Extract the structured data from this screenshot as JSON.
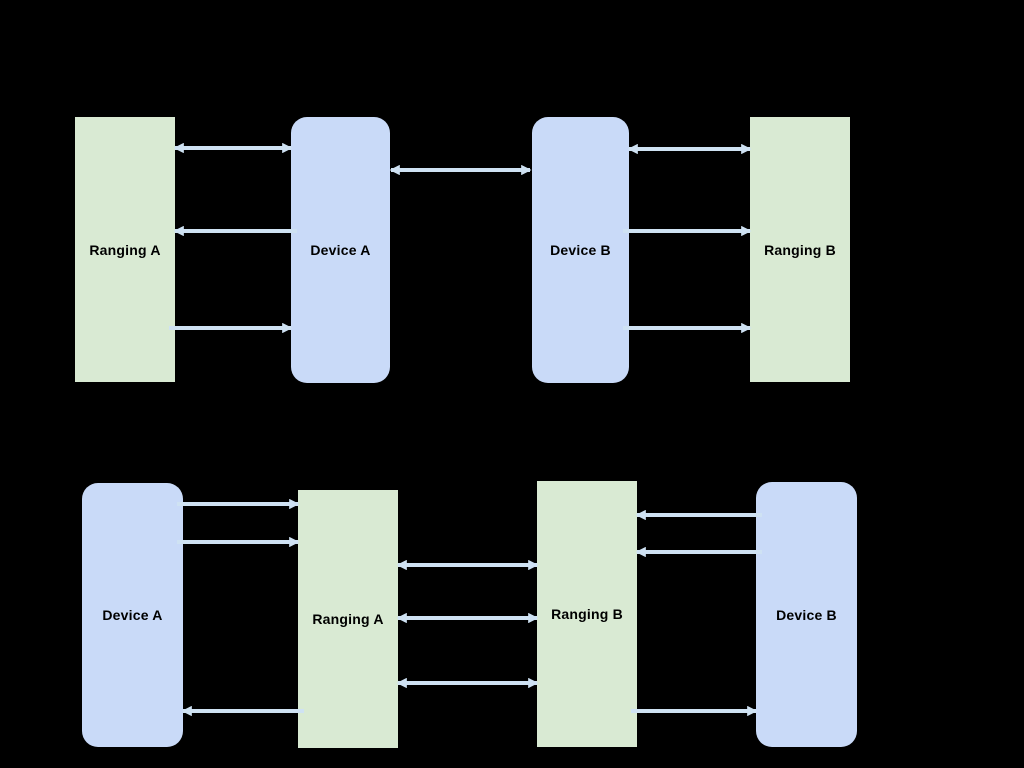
{
  "colors": {
    "background": "#000000",
    "ranging_box": "#d9ead3",
    "device_box": "#c9daf8",
    "arrow": "#cfe2f3",
    "label_text": "#000000"
  },
  "top_diagram": {
    "boxes": [
      {
        "label": "Ranging A"
      },
      {
        "label": "Device A"
      },
      {
        "label": "Device B"
      },
      {
        "label": "Ranging B"
      }
    ]
  },
  "bottom_diagram": {
    "boxes": [
      {
        "label": "Device A"
      },
      {
        "label": "Ranging A"
      },
      {
        "label": "Ranging B"
      },
      {
        "label": "Device B"
      }
    ]
  }
}
